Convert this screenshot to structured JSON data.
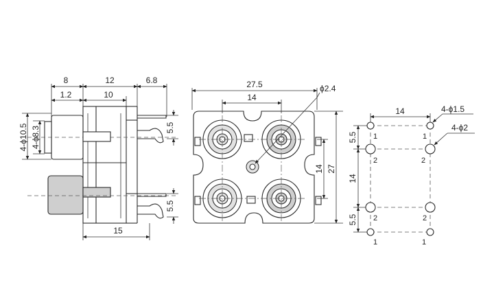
{
  "side_view": {
    "dims": {
      "top_8": "8",
      "top_12": "12",
      "top_6_8": "6.8",
      "top_1_2": "1.2",
      "top_10": "10",
      "left_dia_10_5": "4-ϕ10.5",
      "left_dia_8_3": "4-ϕ8.3",
      "right_5_5_upper": "5.5",
      "right_5_5_lower": "5.5",
      "bottom_15": "15"
    }
  },
  "front_view": {
    "dims": {
      "width_27_5": "27.5",
      "pitch_14_h": "14",
      "hole_dia_2_4": "ϕ2.4",
      "pitch_14_v": "14",
      "height_27": "27"
    }
  },
  "footprint": {
    "dims": {
      "pitch_14_h": "14",
      "hole_dia_1_5": "4-ϕ1.5",
      "hole_dia_2": "4-ϕ2",
      "offset_5_5_top": "5.5",
      "pitch_14_v": "14",
      "offset_5_5_bottom": "5.5"
    },
    "pin_labels": {
      "top_left": "1",
      "top_right": "1",
      "upper_left": "2",
      "upper_right": "2",
      "lower_left": "2",
      "lower_right": "2",
      "bottom_left": "1",
      "bottom_right": "1"
    }
  }
}
